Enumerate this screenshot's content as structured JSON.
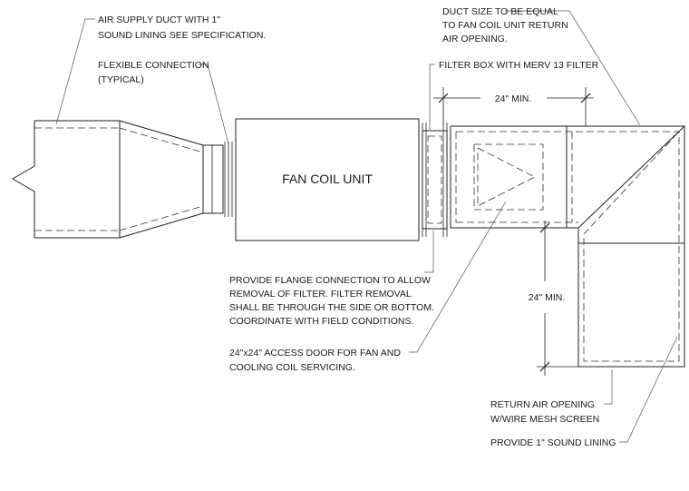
{
  "notes": {
    "air_supply_duct": [
      "AIR SUPPLY DUCT WITH 1\"",
      "SOUND LINING SEE SPECIFICATION."
    ],
    "flexible_connection": [
      "FLEXIBLE CONNECTION",
      "(TYPICAL)"
    ],
    "duct_size": [
      "DUCT SIZE TO BE EQUAL",
      "TO FAN COIL UNIT RETURN",
      "AIR OPENING."
    ],
    "filter_box": [
      "FILTER BOX WITH MERV 13 FILTER"
    ],
    "flange_connection": [
      "PROVIDE FLANGE CONNECTION TO ALLOW",
      "REMOVAL OF FILTER.  FILTER REMOVAL",
      "SHALL BE THROUGH THE SIDE OR BOTTOM.",
      "COORDINATE WITH FIELD CONDITIONS."
    ],
    "access_door": [
      "24\"x24\" ACCESS DOOR FOR FAN AND",
      "COOLING COIL SERVICING."
    ],
    "return_air_opening": [
      "RETURN AIR OPENING",
      "W/WIRE MESH SCREEN"
    ],
    "sound_lining": [
      "PROVIDE 1\" SOUND LINING"
    ]
  },
  "unit_label": "FAN COIL UNIT",
  "dimensions": {
    "horizontal": "24\" MIN.",
    "vertical": "24\" MIN."
  }
}
